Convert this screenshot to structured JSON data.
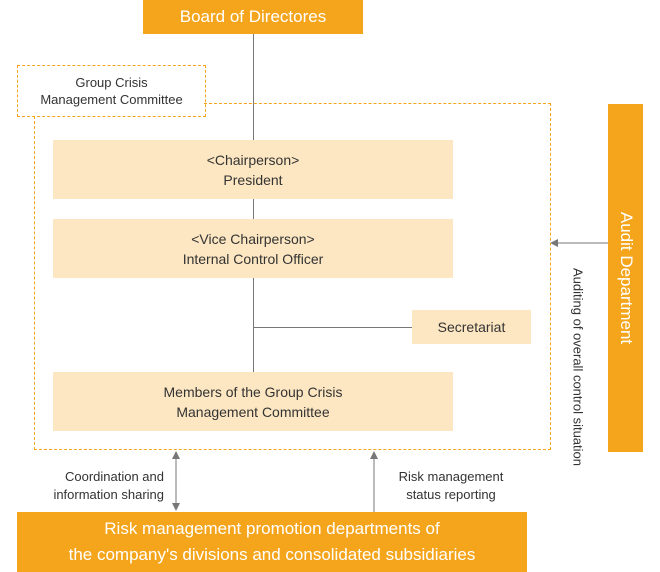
{
  "nodes": {
    "board": "Board of Directores",
    "committee_label": "Group Crisis\nManagement Committee",
    "chairperson": "<Chairperson>\nPresident",
    "vice_chair": "<Vice Chairperson>\nInternal Control Officer",
    "secretariat": "Secretariat",
    "members": "Members of the Group Crisis\nManagement Committee",
    "audit": "Audit Department",
    "risk_depts": "Risk management promotion departments of\nthe company's divisions and consolidated subsidiaries"
  },
  "labels": {
    "auditing": "Auditing of overall control situation",
    "coordination": "Coordination and\ninformation sharing",
    "risk_reporting": "Risk management\nstatus reporting"
  },
  "colors": {
    "orange": "#f4a51c",
    "cream": "#fde7c2",
    "line": "#777777"
  }
}
